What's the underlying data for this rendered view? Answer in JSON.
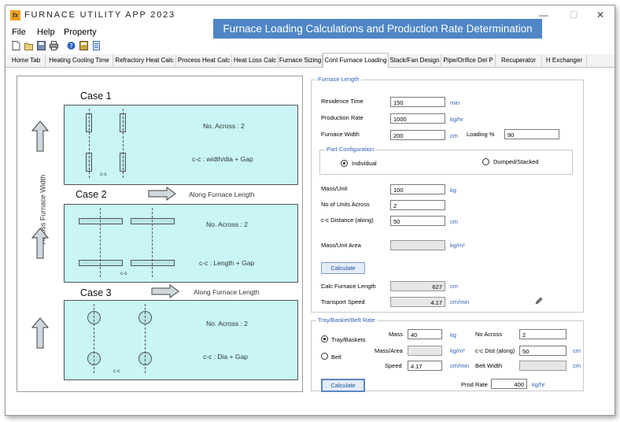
{
  "app": {
    "title": "FURNACE UTILITY APP 2023",
    "logo_text": "fx"
  },
  "window_controls": {
    "minimize": "—",
    "maximize": "☐",
    "close": "✕"
  },
  "banner": "Furnace Loading Calculations and Production Rate Determination",
  "menu": [
    "File",
    "Help",
    "Property"
  ],
  "toolbar_icons": [
    "new-file-icon",
    "open-folder-icon",
    "save-icon",
    "print-icon",
    "help-icon",
    "calculator-icon",
    "document-icon"
  ],
  "tabs": [
    "Home Tab",
    "Heating Cooling Time",
    "Refractory Heat Calc",
    "Process Heat Calc",
    "Heat Loss Calc",
    "Furnace Sizing",
    "Cont Furnace Loading",
    "Stack/Fan Design",
    "Pipe/Orifice Del P",
    "Recuperator",
    "H Exchanger"
  ],
  "active_tab": "Cont Furnace Loading",
  "diagram": {
    "side_label": "Across Furnace Width",
    "cases": [
      {
        "title": "Case 1",
        "line1": "No. Across : 2",
        "line2": "c-c : width/dia + Gap",
        "cc": "c-c"
      },
      {
        "title": "Case 2",
        "line1": "No. Across : 2",
        "line2": "c-c : Length + Gap",
        "cc": "c-c",
        "along": "Along Furnace Length"
      },
      {
        "title": "Case 3",
        "line1": "No. Across : 2",
        "line2": "c-c : Dia + Gap",
        "cc": "c-c",
        "along": "Along Furnace Length"
      }
    ]
  },
  "furnace_length": {
    "legend": "Furnace Length",
    "residence_time": {
      "label": "Residence Time",
      "value": "150",
      "unit": "min"
    },
    "production_rate": {
      "label": "Production Rate",
      "value": "1000",
      "unit": "kg/hr"
    },
    "furnace_width": {
      "label": "Furnace Width",
      "value": "200",
      "unit": "cm"
    },
    "loading": {
      "label": "Loading %",
      "value": "90"
    },
    "part_config": {
      "legend": "Part Configuration",
      "opt1": "Individual",
      "opt2": "Dumped/Stacked",
      "selected": "Individual"
    },
    "mass_unit": {
      "label": "Mass/Unit",
      "value": "100",
      "unit": "kg"
    },
    "units_across": {
      "label": "No of Units Across",
      "value": "2"
    },
    "cc_distance": {
      "label": "c-c Distance (along)",
      "value": "50",
      "unit": "cm"
    },
    "mass_unit_area": {
      "label": "Mass/Unit Area",
      "value": "",
      "unit": "kg/m²"
    },
    "calculate": "Calculate",
    "calc_length": {
      "label": "Calc Furnace Length",
      "value": "627",
      "unit": "cm"
    },
    "transport_speed": {
      "label": "Transport Speed",
      "value": "4.17",
      "unit": "cm/min"
    }
  },
  "tray": {
    "legend": "Tray/Basket/Belt Rate",
    "opt1": "Tray/Baskets",
    "opt2": "Belt",
    "selected": "Tray/Baskets",
    "mass": {
      "label": "Mass",
      "value": "40",
      "unit": "kg"
    },
    "mass_area": {
      "label": "Mass/Area",
      "value": "",
      "unit": "kg/m²"
    },
    "speed": {
      "label": "Speed",
      "value": "4.17",
      "unit": "cm/min"
    },
    "no_across": {
      "label": "No Across",
      "value": "2"
    },
    "cc_dist": {
      "label": "c-c Dist (along)",
      "value": "50",
      "unit": "cm"
    },
    "belt_width": {
      "label": "Belt Width",
      "value": "",
      "unit": "cm"
    },
    "calculate": "Calculate",
    "prod_rate": {
      "label": "Prod Rate",
      "value": "400",
      "unit": "kg/hr"
    }
  }
}
